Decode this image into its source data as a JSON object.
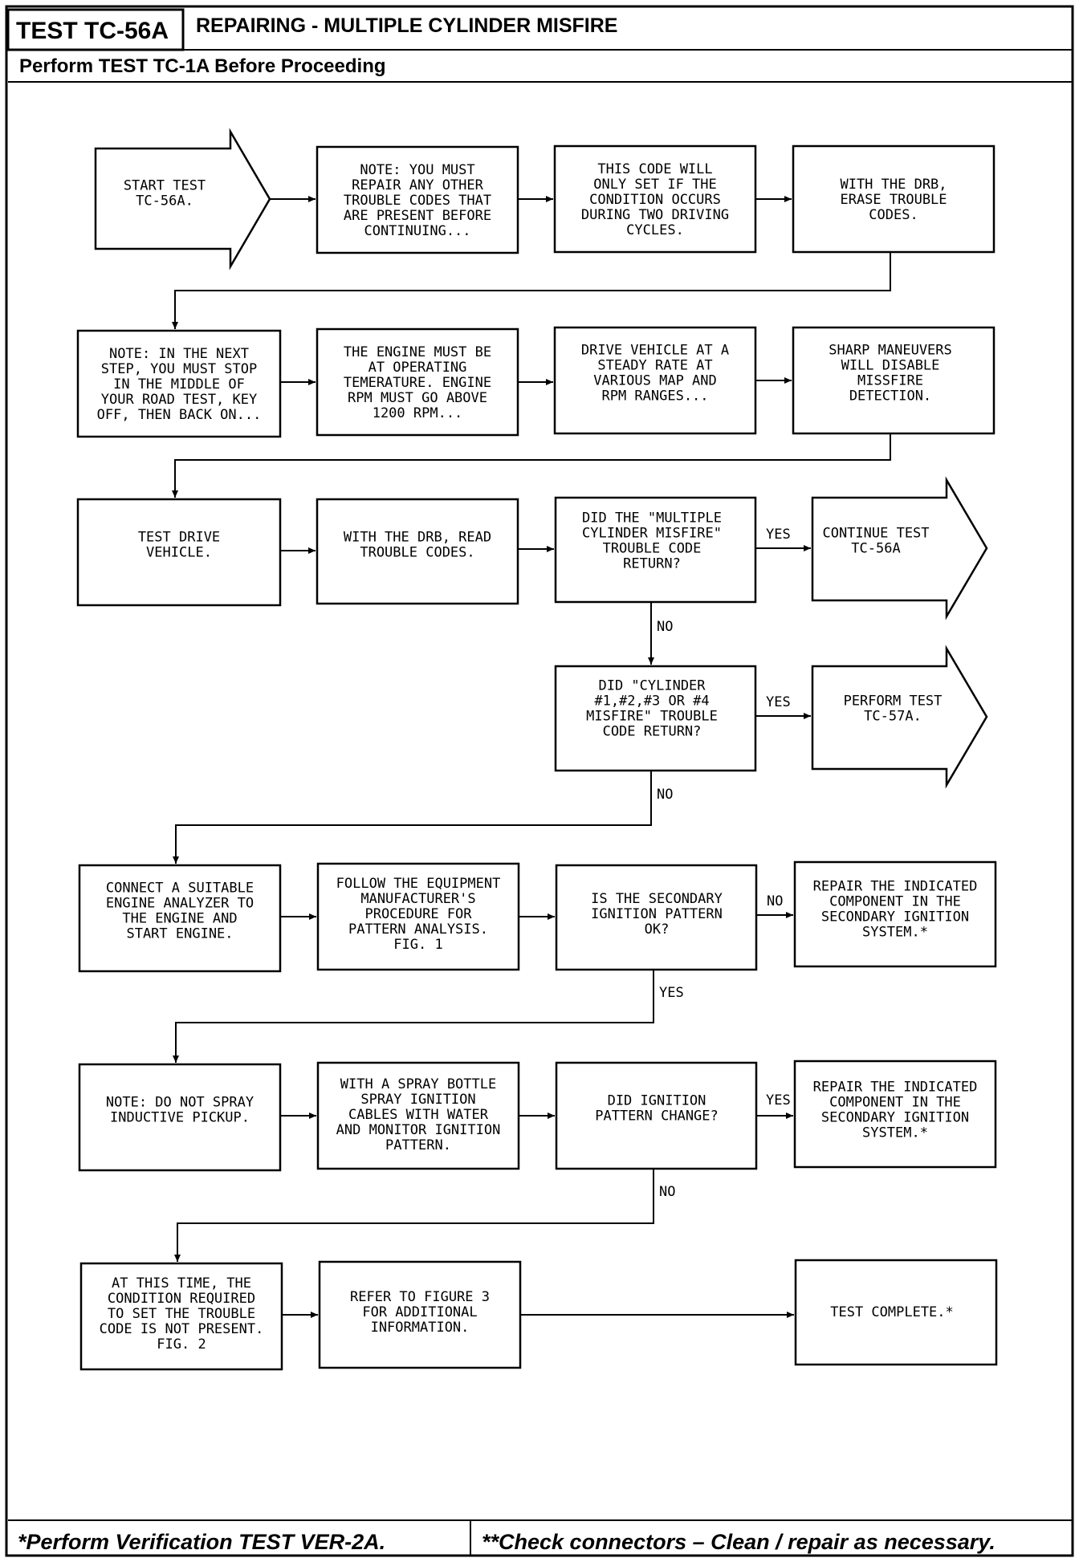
{
  "header": {
    "test_code": "TEST TC-56A",
    "title": "REPAIRING - MULTIPLE CYLINDER MISFIRE",
    "subtitle": "Perform TEST TC-1A Before Proceeding"
  },
  "flow": {
    "start": [
      "START TEST",
      "TC-56A."
    ],
    "r1b2": [
      "NOTE: YOU MUST",
      "REPAIR ANY OTHER",
      "TROUBLE CODES THAT",
      "ARE PRESENT BEFORE",
      "CONTINUING..."
    ],
    "r1b3": [
      "THIS CODE WILL",
      "ONLY SET IF THE",
      "CONDITION OCCURS",
      "DURING TWO DRIVING",
      "CYCLES."
    ],
    "r1b4": [
      "WITH THE DRB,",
      "ERASE TROUBLE",
      "CODES."
    ],
    "r2b1": [
      "NOTE: IN THE NEXT",
      "STEP, YOU MUST STOP",
      "IN THE MIDDLE OF",
      "YOUR ROAD TEST, KEY",
      "OFF, THEN BACK ON..."
    ],
    "r2b2": [
      "THE ENGINE MUST BE",
      "AT OPERATING",
      "TEMERATURE. ENGINE",
      "RPM MUST GO ABOVE",
      "1200 RPM..."
    ],
    "r2b3": [
      "DRIVE VEHICLE AT A",
      "STEADY RATE AT",
      "VARIOUS MAP AND",
      "RPM RANGES..."
    ],
    "r2b4": [
      "SHARP MANEUVERS",
      "WILL DISABLE",
      "MISSFIRE",
      "DETECTION."
    ],
    "r3b1": [
      "TEST DRIVE",
      "VEHICLE."
    ],
    "r3b2": [
      "WITH THE DRB, READ",
      "TROUBLE CODES."
    ],
    "r3b3": [
      "DID THE \"MULTIPLE",
      "CYLINDER MISFIRE\"",
      "TROUBLE CODE",
      "RETURN?"
    ],
    "r3arrow": [
      "CONTINUE TEST",
      "TC-56A"
    ],
    "r4b3": [
      "DID \"CYLINDER",
      "#1,#2,#3 OR #4",
      "MISFIRE\" TROUBLE",
      "CODE RETURN?"
    ],
    "r4arrow": [
      "PERFORM TEST",
      "TC-57A."
    ],
    "r5b1": [
      "CONNECT A SUITABLE",
      "ENGINE ANALYZER TO",
      "THE ENGINE AND",
      "START ENGINE."
    ],
    "r5b2": [
      "FOLLOW THE EQUIPMENT",
      "MANUFACTURER'S",
      "PROCEDURE FOR",
      "PATTERN ANALYSIS.",
      "FIG. 1"
    ],
    "r5b3": [
      "IS THE SECONDARY",
      "IGNITION PATTERN",
      "OK?"
    ],
    "r5b4": [
      "REPAIR THE INDICATED",
      "COMPONENT IN THE",
      "SECONDARY IGNITION",
      "SYSTEM.*"
    ],
    "r6b1": [
      "NOTE: DO NOT SPRAY",
      "INDUCTIVE PICKUP."
    ],
    "r6b2": [
      "WITH A SPRAY BOTTLE",
      "SPRAY IGNITION",
      "CABLES WITH WATER",
      "AND MONITOR IGNITION",
      "PATTERN."
    ],
    "r6b3": [
      "DID IGNITION",
      "PATTERN CHANGE?"
    ],
    "r6b4": [
      "REPAIR THE INDICATED",
      "COMPONENT IN THE",
      "SECONDARY IGNITION",
      "SYSTEM.*"
    ],
    "r7b1": [
      "AT THIS TIME, THE",
      "CONDITION REQUIRED",
      "TO SET THE TROUBLE",
      "CODE IS NOT PRESENT.",
      "FIG. 2"
    ],
    "r7b2": [
      "REFER TO FIGURE 3",
      "FOR ADDITIONAL",
      "INFORMATION."
    ],
    "r7b4": [
      "TEST COMPLETE.*"
    ]
  },
  "labels": {
    "yes": "YES",
    "no": "NO"
  },
  "footer": {
    "left": "*Perform Verification TEST VER-2A.",
    "right": "**Check connectors – Clean / repair as necessary."
  }
}
